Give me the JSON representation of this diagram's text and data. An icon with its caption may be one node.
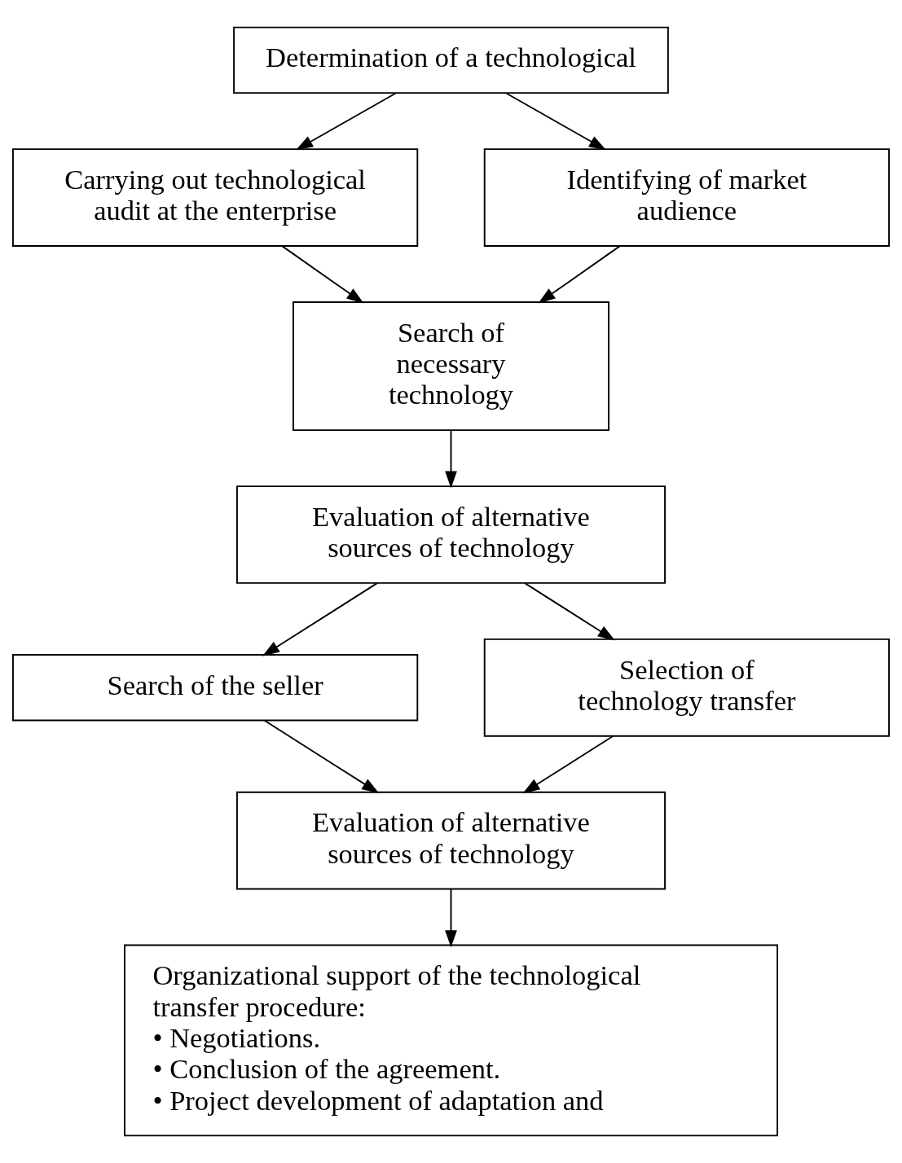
{
  "diagram": {
    "nodes": [
      {
        "text": [
          "Determination of a technological"
        ]
      },
      {
        "text": [
          "Carrying out technological audit at the enterprise"
        ]
      },
      {
        "text": [
          "Identifying of market audience"
        ]
      },
      {
        "text": [
          "Search of necessary technology"
        ]
      },
      {
        "text": [
          "Evaluation of alternative sources of technology"
        ]
      },
      {
        "text": [
          "Search of the seller"
        ]
      },
      {
        "text": [
          "Selection of technology transfer"
        ]
      },
      {
        "text": [
          "Evaluation of alternative sources of technology"
        ]
      },
      {
        "text": [
          "Organizational support of the technological transfer procedure:",
          "• Negotiations.",
          "• Conclusion of the agreement.",
          "• Project development of adaptation and"
        ]
      }
    ],
    "edges": [
      {
        "from": 0,
        "to": 1,
        "arrow": "to"
      },
      {
        "from": 0,
        "to": 2,
        "arrow": "to"
      },
      {
        "from": 1,
        "to": 3,
        "arrow": "to"
      },
      {
        "from": 2,
        "to": 3,
        "arrow": "to"
      },
      {
        "from": 3,
        "to": 4,
        "arrow": "to"
      },
      {
        "from": 4,
        "to": 5,
        "arrow": "to"
      },
      {
        "from": 4,
        "to": 6,
        "arrow": "to"
      },
      {
        "from": 5,
        "to": 7,
        "arrow": "to"
      },
      {
        "from": 6,
        "to": 7,
        "arrow": "to"
      },
      {
        "from": 7,
        "to": 8,
        "arrow": "to"
      }
    ]
  }
}
